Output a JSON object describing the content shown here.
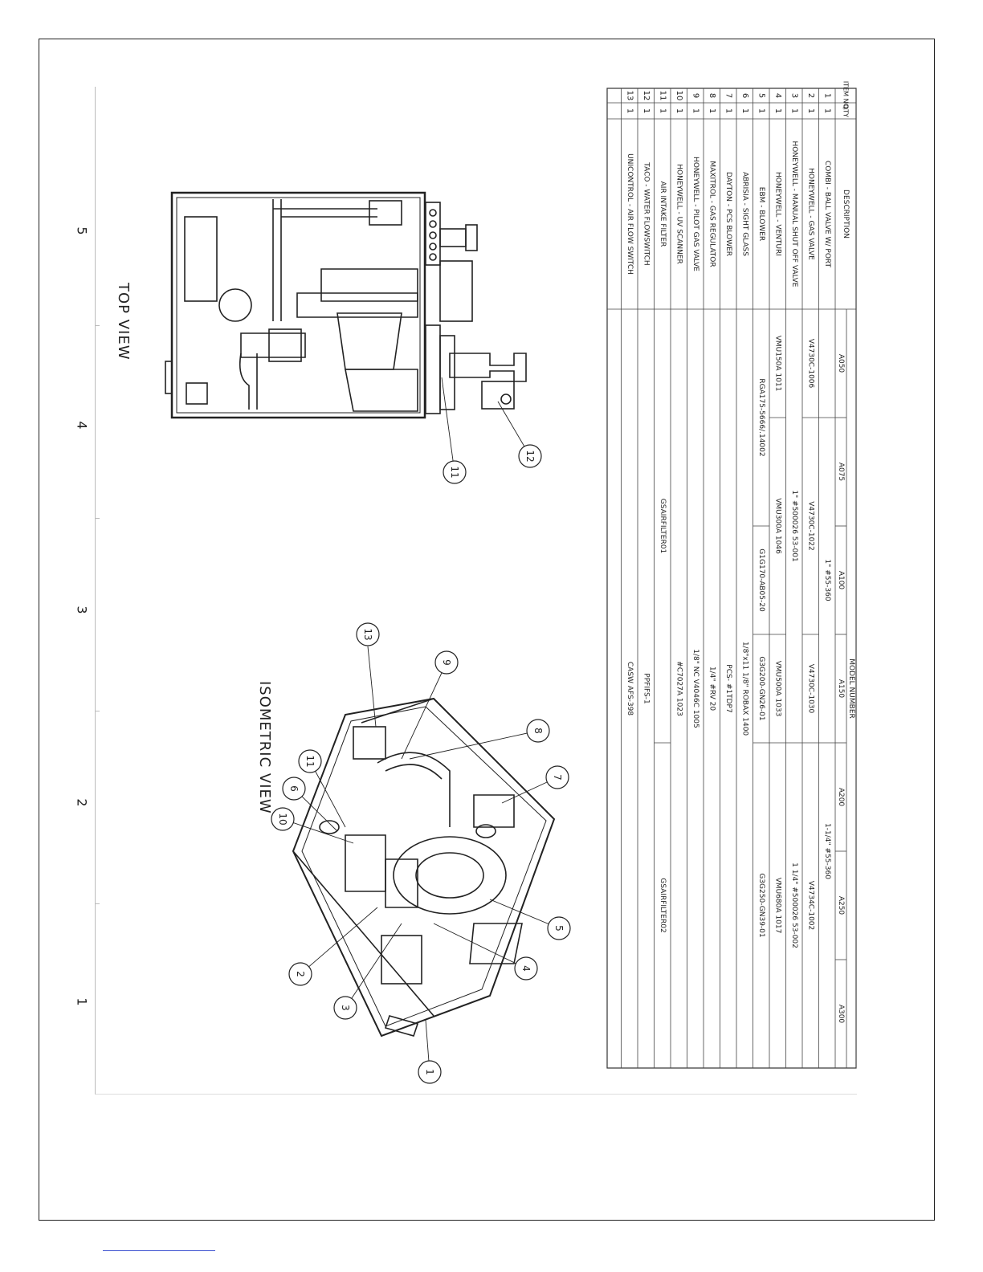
{
  "zone_marks": [
    "5",
    "4",
    "3",
    "2",
    "1"
  ],
  "views": {
    "top": "TOP VIEW",
    "iso": "ISOMETRIC VIEW"
  },
  "balloons_top": [
    "12",
    "11"
  ],
  "balloons_iso": [
    "13",
    "9",
    "8",
    "7",
    "11",
    "6",
    "10",
    "5",
    "4",
    "2",
    "3",
    "1"
  ],
  "bom": {
    "headers": {
      "item": "ITEM NO.",
      "qty": "QTY",
      "desc": "DESCRIPTION",
      "model": "MODEL NUMBER"
    },
    "models": [
      "A050",
      "A075",
      "A100",
      "A150",
      "A200",
      "A250",
      "A300"
    ],
    "rows": [
      {
        "item": "1",
        "qty": "1",
        "desc": "COMBI - BALL VALVE W/ PORT"
      },
      {
        "item": "2",
        "qty": "1",
        "desc": "HONEYWELL - GAS VALVE"
      },
      {
        "item": "3",
        "qty": "1",
        "desc": "HONEYWELL - MANUAL SHUT OFF VALVE"
      },
      {
        "item": "4",
        "qty": "1",
        "desc": "HONEYWELL - VENTURI"
      },
      {
        "item": "5",
        "qty": "1",
        "desc": "EBM - BLOWER"
      },
      {
        "item": "6",
        "qty": "1",
        "desc": "ABRISIA - SIGHT GLASS"
      },
      {
        "item": "7",
        "qty": "1",
        "desc": "DAYTON - PCS BLOWER"
      },
      {
        "item": "8",
        "qty": "1",
        "desc": "MAXITROL - GAS REGULATOR"
      },
      {
        "item": "9",
        "qty": "1",
        "desc": "HONEYWELL - PILOT GAS VALVE"
      },
      {
        "item": "10",
        "qty": "1",
        "desc": "HONEYWELL - UV SCANNER"
      },
      {
        "item": "11",
        "qty": "1",
        "desc": "AIR INTAKE FILTER"
      },
      {
        "item": "12",
        "qty": "1",
        "desc": "TACO - WATER FLOWSWITCH"
      },
      {
        "item": "13",
        "qty": "1",
        "desc": "UNICONTROL - AIR FLOW SWITCH"
      }
    ],
    "cells": [
      {
        "row": 1,
        "text": "1\" #55-360",
        "from": 1,
        "to": 3
      },
      {
        "row": 1,
        "text": "1-1/4\" #55-360",
        "from": 4,
        "to": 5
      },
      {
        "row": 2,
        "text": "V4730C-1006",
        "from": 0,
        "to": 0
      },
      {
        "row": 2,
        "text": "V4730C-1022",
        "from": 1,
        "to": 2
      },
      {
        "row": 2,
        "text": "V4730C-1030",
        "from": 3,
        "to": 3
      },
      {
        "row": 2,
        "text": "V4734C-1002",
        "from": 4,
        "to": 6
      },
      {
        "row": 3,
        "text": "1\" #500026 53-001",
        "from": 0,
        "to": 3
      },
      {
        "row": 3,
        "text": "1 1/4\" #500026 53-002",
        "from": 4,
        "to": 6
      },
      {
        "row": 4,
        "text": "VMU150A 1011",
        "from": 0,
        "to": 0
      },
      {
        "row": 4,
        "text": "VMU300A 1046",
        "from": 1,
        "to": 2
      },
      {
        "row": 4,
        "text": "VMU500A 1033",
        "from": 3,
        "to": 3
      },
      {
        "row": 4,
        "text": "VMU680A 1017",
        "from": 4,
        "to": 6
      },
      {
        "row": 5,
        "text": "RGA175-5666/.14002",
        "from": 0,
        "to": 1
      },
      {
        "row": 5,
        "text": "G1G170-AB05-20",
        "from": 2,
        "to": 2
      },
      {
        "row": 5,
        "text": "G3G200-GN26-01",
        "from": 3,
        "to": 3
      },
      {
        "row": 5,
        "text": "G3G250-GN39-01",
        "from": 4,
        "to": 6
      },
      {
        "row": 6,
        "text": "1/8\"x11 1/8\" ROBAX 1400",
        "from": 0,
        "to": 6
      },
      {
        "row": 7,
        "text": "PCS- #1TDP7",
        "from": 0,
        "to": 6
      },
      {
        "row": 8,
        "text": "1/4\" #RV 20",
        "from": 0,
        "to": 6
      },
      {
        "row": 9,
        "text": "1/8\" NC V4046C 1005",
        "from": 0,
        "to": 6
      },
      {
        "row": 10,
        "text": "#C7027A 1023",
        "from": 0,
        "to": 6
      },
      {
        "row": 11,
        "text": "GSAIRFILTER01",
        "from": 0,
        "to": 3
      },
      {
        "row": 11,
        "text": "GSAIRFILTER02",
        "from": 4,
        "to": 6
      },
      {
        "row": 12,
        "text": "PPFIFS-1",
        "from": 0,
        "to": 6
      },
      {
        "row": 13,
        "text": "CASW AFS-398",
        "from": 0,
        "to": 6
      }
    ]
  }
}
